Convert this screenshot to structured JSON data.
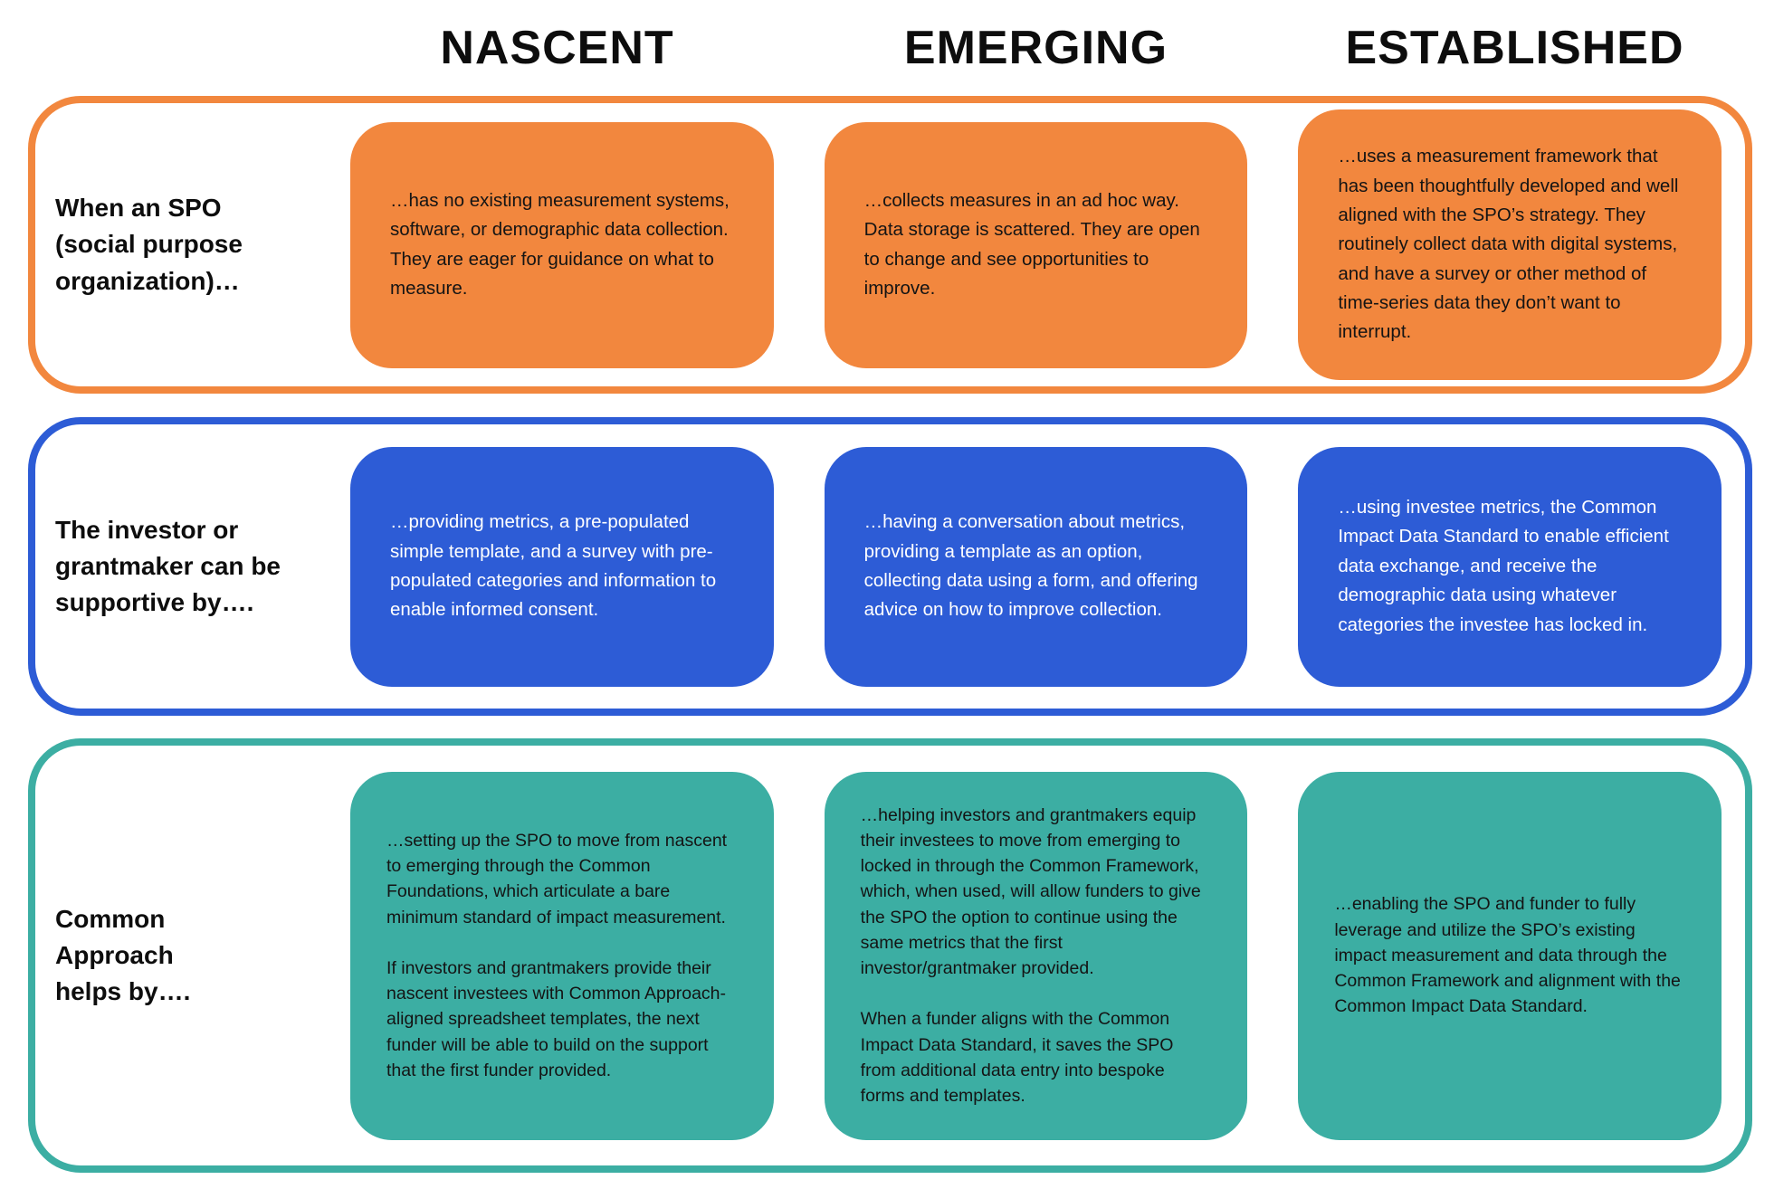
{
  "columns": [
    "NASCENT",
    "EMERGING",
    "ESTABLISHED"
  ],
  "rows": [
    {
      "label": "When an SPO (social purpose organization)…",
      "color": "#F2873E",
      "text_color": "#141414",
      "cards": [
        {
          "paragraphs": [
            "…has no existing measurement systems, software, or demographic data collection. They are eager for guidance on what to measure."
          ]
        },
        {
          "paragraphs": [
            "…collects measures in an ad hoc way. Data storage is scattered. They are open to change and see opportunities to improve."
          ]
        },
        {
          "paragraphs": [
            "…uses a measurement framework that has been thoughtfully developed and well aligned with the SPO’s strategy. They routinely collect data with digital systems, and have a survey or other method of time-series data they don’t want to interrupt."
          ]
        }
      ]
    },
    {
      "label": "The investor or grantmaker can be supportive by….",
      "color": "#2D5CD6",
      "text_color": "#FFFFFF",
      "cards": [
        {
          "paragraphs": [
            "…providing metrics, a pre-populated simple template, and a survey with pre-populated categories and information to enable informed consent."
          ]
        },
        {
          "paragraphs": [
            "…having a conversation about metrics, providing a template as an option, collecting data using a form, and offering advice on how to improve collection."
          ]
        },
        {
          "paragraphs": [
            "…using investee metrics, the Common Impact Data Standard to enable efficient data exchange, and receive the demographic data using whatever categories the investee has locked in."
          ]
        }
      ]
    },
    {
      "label": "Common Approach helps by….",
      "color": "#3CAEA3",
      "text_color": "#141414",
      "cards": [
        {
          "paragraphs": [
            "…setting up the SPO to move from nascent to emerging through the Common Foundations, which articulate a bare minimum standard of impact measurement.",
            "If investors and grantmakers provide their nascent investees with Common Approach-aligned spreadsheet templates, the next funder will be able to build on the support that the first funder provided."
          ]
        },
        {
          "paragraphs": [
            "…helping investors and grantmakers equip their investees to move from emerging to locked in through the Common Framework, which, when used, will allow funders to give the SPO the option to continue using the same metrics that the first investor/grantmaker provided.",
            "When a funder aligns with the Common Impact Data Standard, it saves the SPO from additional data entry into bespoke forms and templates."
          ]
        },
        {
          "paragraphs": [
            "…enabling the SPO and funder to fully leverage and utilize the SPO’s existing impact measurement and data through the Common Framework and alignment with the Common Impact Data Standard."
          ]
        }
      ]
    }
  ]
}
